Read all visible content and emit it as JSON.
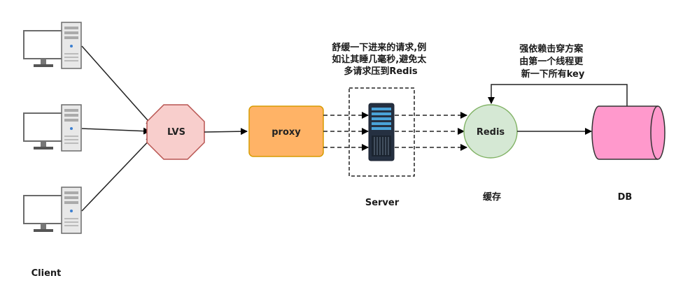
{
  "client_label": "Client",
  "lvs_label": "LVS",
  "proxy_label": "proxy",
  "server_label": "Server",
  "redis_label": "Redis",
  "redis_caption": "缓存",
  "db_label": "DB",
  "server_note": [
    "舒缓一下进来的请求,例",
    "如让其睡几毫秒,避免太",
    "多请求压到Redis"
  ],
  "redis_note": [
    "强依赖击穿方案",
    "由第一个线程更",
    "新一下所有key"
  ],
  "colors": {
    "lvs_fill": "#f8cecc",
    "lvs_stroke": "#b85450",
    "proxy_fill": "#ffb366",
    "proxy_stroke": "#d79b00",
    "redis_fill": "#d5e8d4",
    "redis_stroke": "#82b366",
    "db_fill": "#ff99cc",
    "db_stroke": "#333333"
  }
}
